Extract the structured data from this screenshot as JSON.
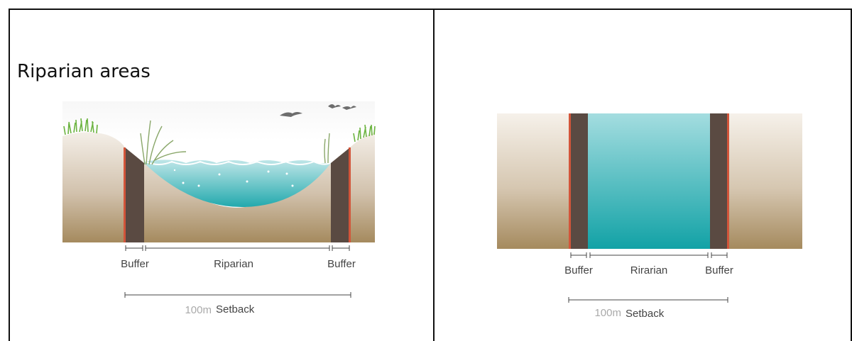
{
  "left_panel": {
    "title": "Riparian areas",
    "labels": {
      "buffer_left": "Buffer",
      "riparian": "Riparian",
      "buffer_right": "Buffer",
      "distance": "100m",
      "setback": "Setback"
    }
  },
  "right_panel": {
    "labels": {
      "buffer_left": "Buffer",
      "riparian": "Rirarian",
      "buffer_right": "Buffer",
      "distance": "100m",
      "setback": "Setback"
    }
  },
  "colors": {
    "soil_top": "#efe7de",
    "soil_bottom": "#a58a5e",
    "buffer": "#5a4a42",
    "buffer_edge": "#d2553a",
    "water_top": "#9ad8dc",
    "water_bottom": "#17a4a8",
    "grass": "#6bb33f"
  }
}
